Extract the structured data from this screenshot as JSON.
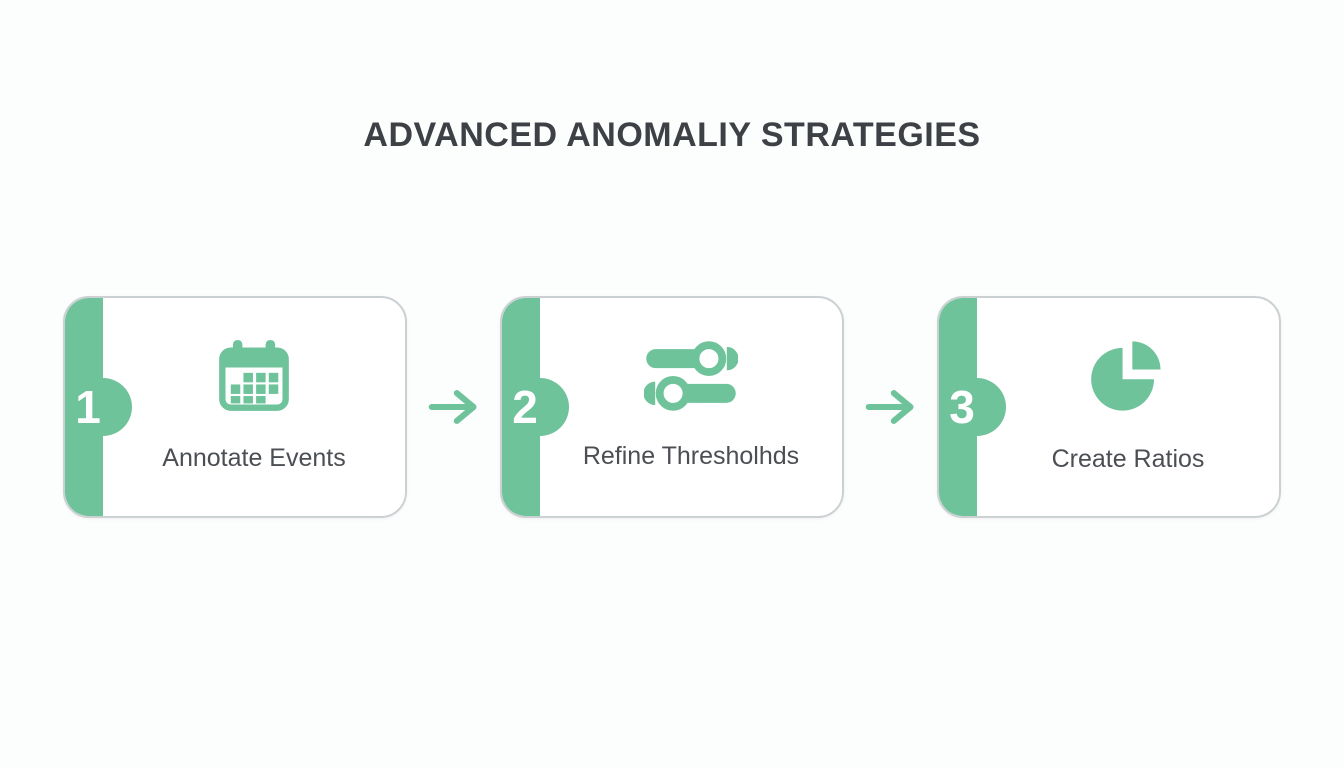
{
  "page": {
    "background": "#fcfdfd"
  },
  "title": "ADVANCED ANOMALIY STRATEGIES",
  "theme": {
    "accent_green": "#6fc39b",
    "card_border": "#cbd0d3",
    "title_color": "#3d4045",
    "label_color": "#4b4f54",
    "step_number_color": "#ffffff"
  },
  "steps": [
    {
      "number": "1",
      "label": "Annotate Events",
      "icon": "calendar-icon"
    },
    {
      "number": "2",
      "label": "Refine Thresholhds",
      "icon": "sliders-icon"
    },
    {
      "number": "3",
      "label": "Create Ratios",
      "icon": "pie-chart-icon"
    }
  ],
  "connectors": [
    {
      "icon": "arrow-right-icon"
    },
    {
      "icon": "arrow-right-icon"
    }
  ]
}
